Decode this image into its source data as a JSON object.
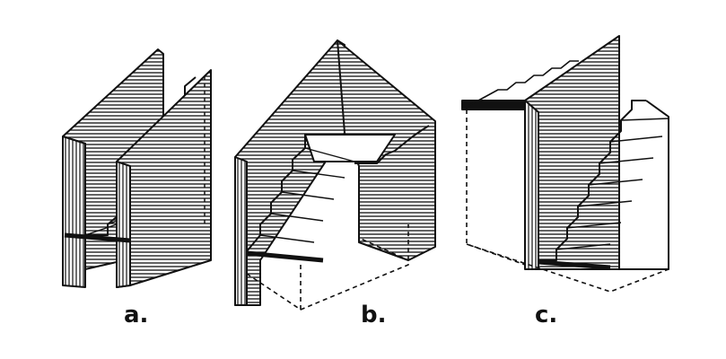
{
  "figure": {
    "labels": {
      "a": "a.",
      "b": "b.",
      "c": "c."
    },
    "ink_color": "#111111",
    "paper_color": "#ffffff"
  }
}
